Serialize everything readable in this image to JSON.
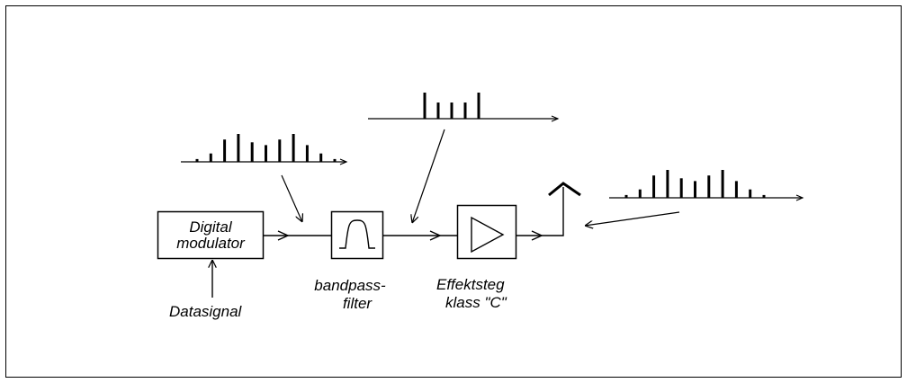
{
  "blocks": {
    "modulator": {
      "line1": "Digital",
      "line2": "modulator"
    },
    "filter": {
      "line1": "bandpass-",
      "line2": "filter"
    },
    "amplifier": {
      "line1": "Effektsteg",
      "line2": "klass \"C\""
    }
  },
  "input_label": "Datasignal",
  "spectra": {
    "modulator_output": [
      0.1,
      0.3,
      0.8,
      1.0,
      0.7,
      0.6,
      0.8,
      1.0,
      0.6,
      0.3,
      0.1
    ],
    "filter_output": [
      1.0,
      0.62,
      0.62,
      0.62,
      1.0
    ],
    "antenna_output": [
      0.1,
      0.3,
      0.8,
      1.0,
      0.7,
      0.6,
      0.8,
      1.0,
      0.6,
      0.3,
      0.1
    ]
  }
}
